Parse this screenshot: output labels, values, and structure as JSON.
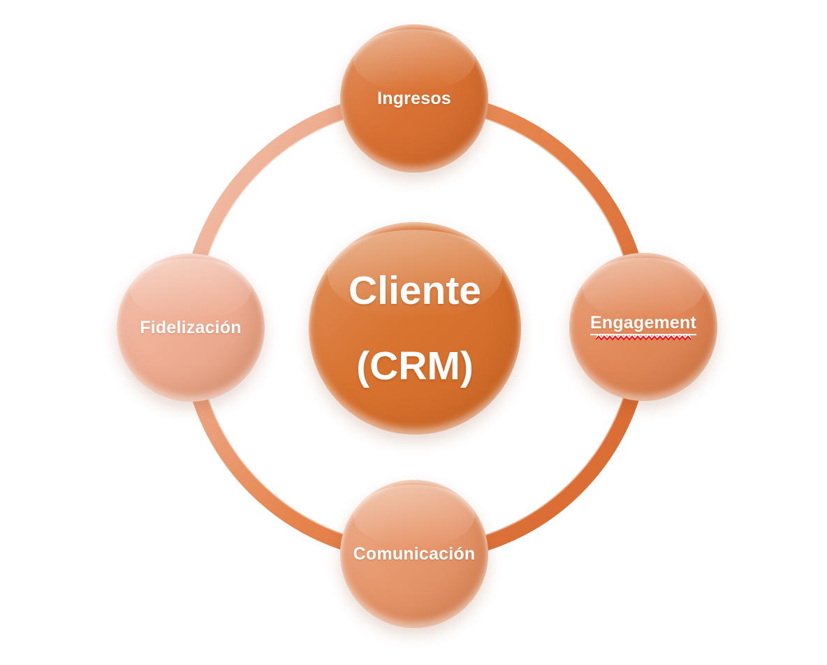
{
  "page": {
    "background_color": "#FFFFFF"
  },
  "diagram": {
    "type": "cycle",
    "description": "CRM customer cycle diagram with central hub and four satellite circles connected by a ring",
    "center_node": {
      "lines": [
        "Cliente",
        "(CRM)"
      ],
      "color": "#D8722F",
      "text_color": "#FFFFFF"
    },
    "nodes": [
      {
        "id": "ingresos",
        "label": "Ingresos",
        "position": "top",
        "color": "#D97133",
        "underline": false,
        "spellcheck_squiggle": false
      },
      {
        "id": "engagement",
        "label": "Engagement",
        "position": "right",
        "color": "#E2895A",
        "underline": true,
        "spellcheck_squiggle": true
      },
      {
        "id": "comunicacion",
        "label": "Comunicación",
        "position": "bottom",
        "color": "#E7976C",
        "underline": false,
        "spellcheck_squiggle": false
      },
      {
        "id": "fidelizacion",
        "label": "Fidelización",
        "position": "left",
        "color": "#EFAE94",
        "underline": false,
        "spellcheck_squiggle": false
      }
    ],
    "ring": {
      "gradient": [
        "#F3C5B3",
        "#ECA583",
        "#E6854E",
        "#DA6E35"
      ],
      "highlight_color": "rgba(255,255,255,0.45)"
    },
    "label_text_color": "#FFFFFF",
    "squiggle_color": "#E81123"
  }
}
